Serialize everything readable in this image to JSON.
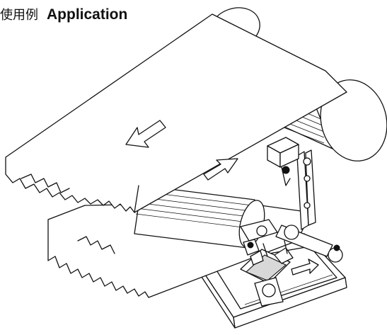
{
  "header": {
    "title_jp": "使用例",
    "title_en": "Application"
  },
  "figure": {
    "sheets": 2,
    "arrows": [
      "left",
      "up-right"
    ]
  }
}
